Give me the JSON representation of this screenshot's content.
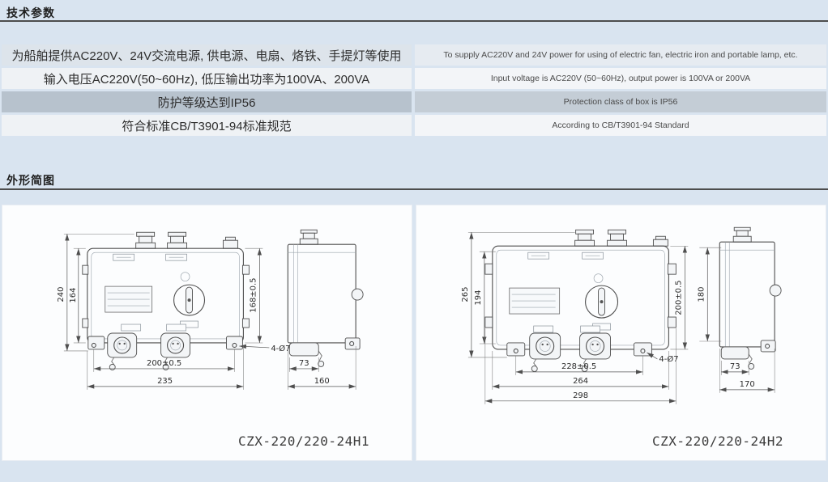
{
  "palette": {
    "page_bg": "#d9e4f0",
    "panel_bg": "#fcfdfe",
    "row_shaded": "#b7c2cd",
    "row_light": "#dde4eb",
    "row_white": "#eff2f5",
    "rule": "#4d4d4d",
    "line": "#4f4f4f",
    "text": "#2e2e2e"
  },
  "tech_params": {
    "title": "技术参数",
    "rows": [
      {
        "zh": "为船舶提供AC220V、24V交流电源, 供电源、电扇、烙铁、手提灯等使用",
        "en": "To supply AC220V and 24V power for using of electric fan, electric iron and portable lamp, etc."
      },
      {
        "zh": "输入电压AC220V(50~60Hz), 低压输出功率为100VA、200VA",
        "en": "Input voltage is AC220V (50~60Hz), output power is 100VA or 200VA"
      },
      {
        "zh": "防护等级达到IP56",
        "en": "Protection class of box is IP56"
      },
      {
        "zh": "符合标准CB/T3901-94标准规范",
        "en": "According to CB/T3901-94 Standard"
      }
    ]
  },
  "outline": {
    "title": "外形简图",
    "drawings": [
      {
        "caption": "CZX-220/220-24H1",
        "dims": {
          "overall_height": "240",
          "body_height": "164",
          "right_height": "168±0.5",
          "hole_note": "4-Ø7",
          "hole_span": "200±0.5",
          "overall_width": "235",
          "side_front_depth": "73",
          "side_depth": "160"
        }
      },
      {
        "caption": "CZX-220/220-24H2",
        "dims": {
          "overall_height": "265",
          "body_height": "194",
          "right_height": "200±0.5",
          "side_height": "180",
          "hole_note": "4-Ø7",
          "hole_span": "228±0.5",
          "body_width": "264",
          "overall_width": "298",
          "side_front_depth": "73",
          "side_depth": "170"
        }
      }
    ]
  }
}
